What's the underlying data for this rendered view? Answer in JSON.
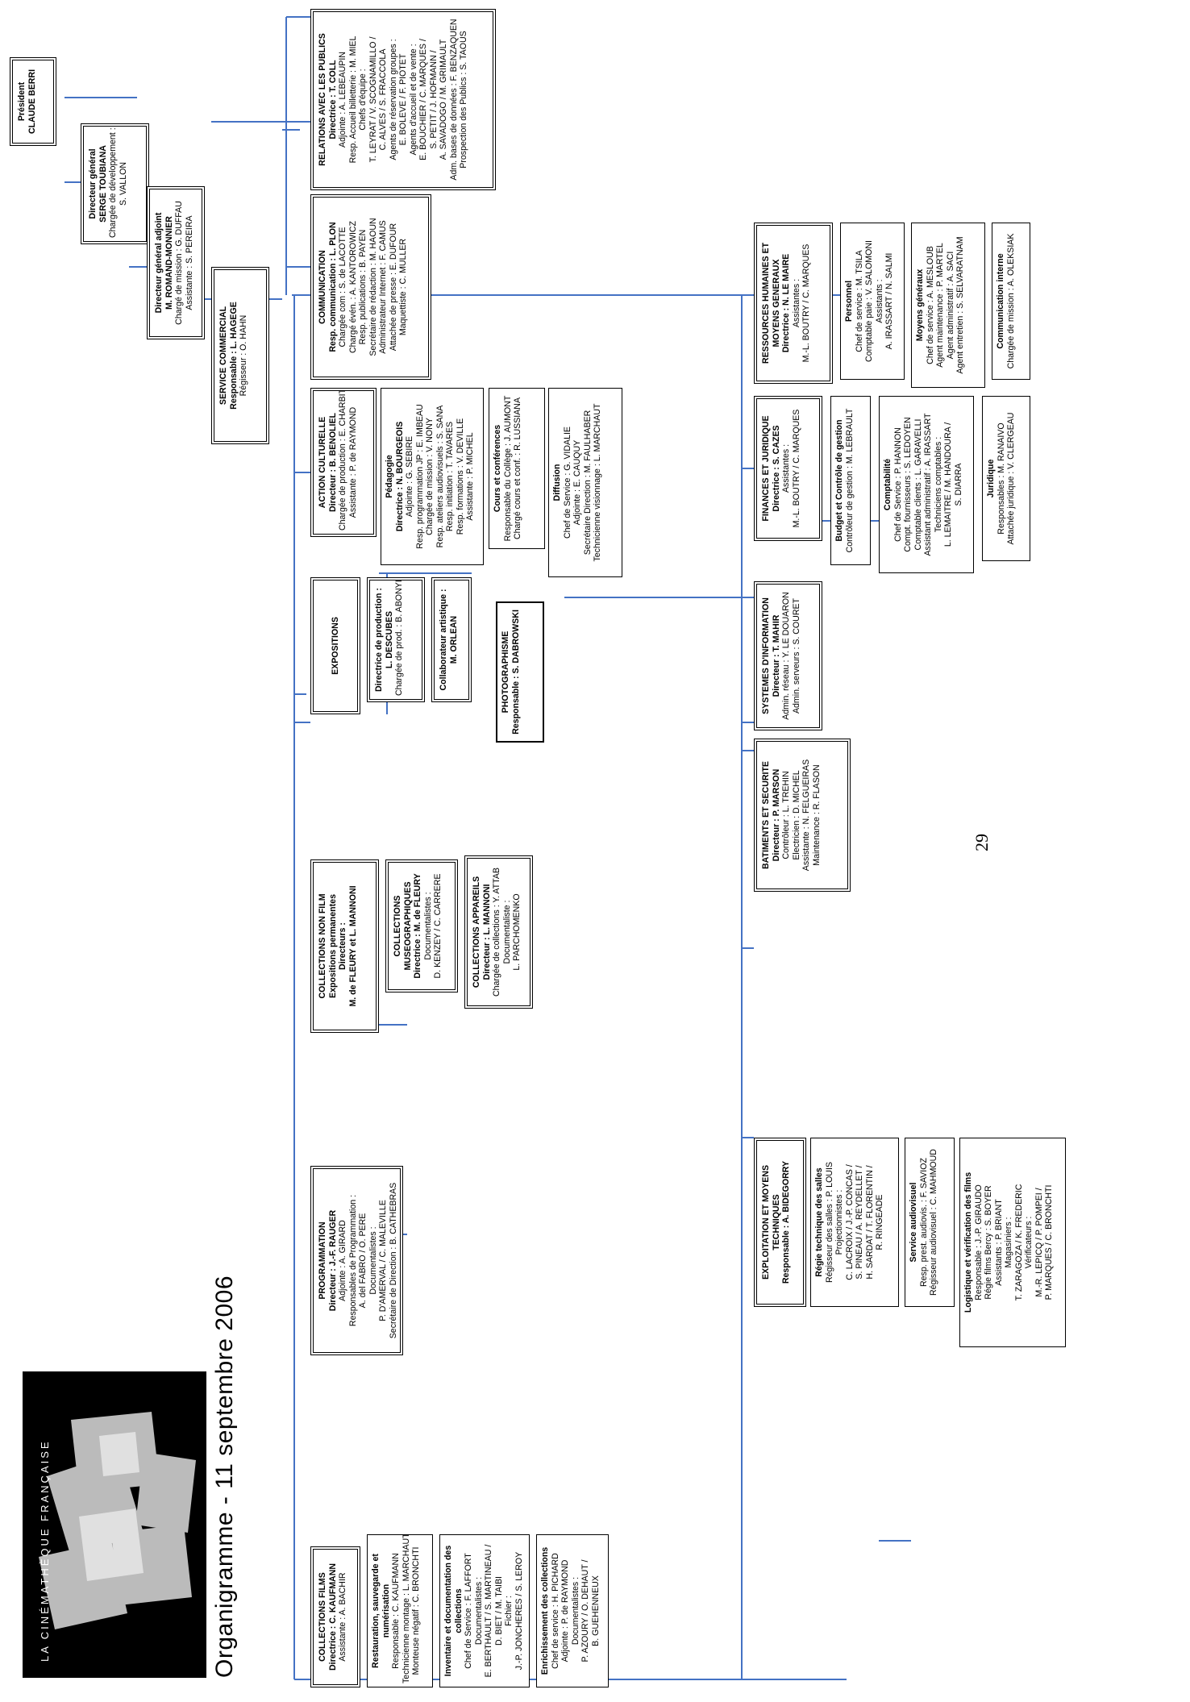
{
  "title": "Organigramme - 11 septembre 2006",
  "logo_text": "LA CINÉMATHÈQUE FRANÇAISE",
  "page_number": "29",
  "colors": {
    "connector": "#4472c4"
  },
  "president": {
    "role": "Président",
    "name": "CLAUDE BERRI"
  },
  "dg": {
    "role": "Directeur général",
    "name": "SERGE TOUBIANA",
    "lines": [
      "Chargée de développement :",
      "S. VALLON"
    ]
  },
  "dga": {
    "role": "Directeur général adjoint",
    "name": "M. ROMAND-MONNIER",
    "lines": [
      "Chargé de mission : G. DUFFAU",
      "Assistante : S. PEREIRA"
    ]
  },
  "service_commercial": {
    "title": "SERVICE COMMERCIAL",
    "head": "Responsable : L. HAGEGE",
    "lines": [
      "Régisseur : O. HAHN"
    ]
  },
  "action_culturelle": {
    "title": "ACTION CULTURELLE",
    "head": "Directeur : B. BENOLIEL",
    "lines": [
      "Chargée de production : E. CHARBIT",
      "Assistante : P. de RAYMOND"
    ]
  },
  "pedagogie": {
    "title": "Pédagogie",
    "head": "Directrice : N. BOURGEOIS",
    "lines": [
      "Adjointe : G. SEBIRE",
      "Resp. programmation JP : E. IMBEAU",
      "Chargée de mission : V. NONY",
      "Resp. ateliers audiovisuels : S. SANA",
      "Resp. initiation : T. TAVARES",
      "Resp. formations : V. DEVILLE",
      "Assistante : P. MICHEL"
    ]
  },
  "cours": {
    "title": "Cours et conférences",
    "lines": [
      "Responsable du Collège : J. AUMONT",
      "Chargé cours et conf. : R. LUSSIANA"
    ]
  },
  "diffusion": {
    "title": "Diffusion",
    "lines": [
      "Chef de Service : G. VIDALIE",
      "Adjointe : E. CAUQUY",
      "Secrétaire Direction : M. FAULHABER",
      "Technicienne visionnage : L. MARCHAUT"
    ]
  },
  "communication": {
    "title": "COMMUNICATION",
    "head": "Resp. communication : L. PLON",
    "lines": [
      "Chargée com : S. de LACOTTE",
      "Chargé évén. : A. KANTOROWICZ",
      "Resp. publications : B. PAYEN",
      "Secrétaire de rédaction : M. HAOUN",
      "Administrateur Internet : F. CAMUS",
      "Attachée de presse : E. DUFOUR",
      "Maquettiste : C. MULLER"
    ]
  },
  "relations_publics": {
    "title": "RELATIONS AVEC LES PUBLICS",
    "head": "Directrice : T. COLL",
    "lines": [
      "Adjointe : A. LEBEAUPIN",
      "Resp. Accueil billetterie : M. MIEL",
      "Chefs d'équipe :",
      "T. LEYRAT / V. SCOGNAMILLO /",
      "C. ALVES / S. FRACCOLA",
      "Agents de réservation groupes :",
      "E. BOLEVE / F. PIOTET",
      "Agents d'accueil et de vente :",
      "E. BOUCHIER / C. MARQUES /",
      "S. PETIT / J. HOFMANN /",
      "A. SAVADOGO / M. GRIMAULT",
      "Adm. bases de données : F. BENZAQUEN",
      "Prospection des Publics : S. TAOUS"
    ]
  },
  "expositions": {
    "title": "EXPOSITIONS"
  },
  "dir_production": {
    "title": "Directrice de production :",
    "head": "L. DESCUBES",
    "lines": [
      "Chargée de prod. : B. ABONYI"
    ]
  },
  "collab_artistique": {
    "title": "Collaborateur artistique :",
    "head": "M. ORLEAN"
  },
  "photographisme": {
    "title": "PHOTOGRAPHISME",
    "head": "Responsable : S. DABROWSKI"
  },
  "collections_films": {
    "title": "COLLECTIONS FILMS",
    "head": "Directrice : C. KAUFMANN",
    "lines": [
      "Assistante : A. BACHIR"
    ]
  },
  "restauration": {
    "title": "Restauration, sauvegarde et numérisation",
    "lines": [
      "Responsable : C. KAUFMANN",
      "Technicienne montage : L. MARCHAUT",
      "Monteuse négatif : C. BRONCHTI"
    ]
  },
  "inventaire": {
    "title": "Inventaire et documentation des collections",
    "lines": [
      "Chef de Service : F. LAFFORT",
      "Documentalistes :",
      "E. BERTHAULT / S. MARTINEAU /",
      "D. BIET / M. TAIBI",
      "Fichier :",
      "J.-P. JONCHERES / S. LEROY"
    ]
  },
  "enrichissement": {
    "title": "Enrichissement des collections",
    "lines": [
      "Chef de service : H. PICHARD",
      "Adjointe : P. de RAYMOND",
      "Documentalistes :",
      "P. AZOURY / O. DEHAUT /",
      "B. GUEHENNEUX"
    ]
  },
  "programmation": {
    "title": "PROGRAMMATION",
    "head": "Directeur : J.-F. RAUGER",
    "lines": [
      "Adjointe : A. GIRARD",
      "Responsables de Programmation :",
      "A. del FABRO / O. PERE",
      "Documentalistes :",
      "P. D'AMERVAL / C. MALEVILLE",
      "Secrétaire de Direction : B. CATHEBRAS"
    ]
  },
  "collections_non_film": {
    "title": "COLLECTIONS NON FILM",
    "head": "Expositions permanentes",
    "lines": [
      "Directeurs :",
      "M. de FLEURY et L. MANNONI"
    ]
  },
  "museographiques": {
    "title": "COLLECTIONS MUSEOGRAPHIQUES",
    "head": "Directrice : M. de FLEURY",
    "lines": [
      "Documentalistes :",
      "D. KENZEY / C. CARRERE"
    ]
  },
  "appareils": {
    "title": "COLLECTIONS APPAREILS",
    "head": "Directeur : L. MANNONI",
    "lines": [
      "Chargée de collections : Y. ATTAB",
      "Documentaliste :",
      "L. PARCHOMENKO"
    ]
  },
  "exploitation": {
    "title": "EXPLOITATION ET MOYENS TECHNIQUES",
    "head": "Responsable : A. BIDEGORRY"
  },
  "regie_salles": {
    "title": "Régie technique des salles",
    "lines": [
      "Régisseur des salles : P. LOUIS",
      "Projectionnistes :",
      "C. LACROIX / J.-P. CONCAS /",
      "S. PINEAU / A. REYDELLET /",
      "H. SARDAT / T. FLORENTIN /",
      "R. RINGEADE"
    ]
  },
  "audiovisuel": {
    "title": "Service audiovisuel",
    "lines": [
      "Resp. prest. audiovis. : F. SAVIOZ",
      "Régisseur audiovisuel : C. MAHMOUD"
    ]
  },
  "logistique": {
    "title": "Logistique et vérification des films",
    "lines": [
      "Responsable : J.-P. GIRAUDO",
      "Régie films Bercy : S. BOYER",
      "Assistants : P. BRIANT",
      "Magasiniers :",
      "T. ZARAGOZA / K. FREDERIC",
      "Vérificateurs :",
      "M.-R. LEPICQ / P. POMPEI /",
      "P. MARQUES / C. BRONCHTI"
    ]
  },
  "batiments": {
    "title": "BATIMENTS ET SECURITE",
    "head": "Directeur : P. MARSON",
    "lines": [
      "Contrôleur : L. TREHIN",
      "Electricien : D. MICHEL",
      "Assistante : N. FELGUEIRAS",
      "Maintenance : R. FLASON"
    ]
  },
  "systemes": {
    "title": "SYSTEMES D'INFORMATION",
    "head": "Directeur : T. MAHIR",
    "lines": [
      "Admin. réseau : Y. LE DOUARON",
      "Admin. serveurs : S. COURET"
    ]
  },
  "finances": {
    "title": "FINANCES ET JURIDIQUE",
    "head": "Directrice : S. CAZES",
    "lines": [
      "Assistantes :",
      "M.-L. BOUTRY / C. MARQUES"
    ]
  },
  "budget": {
    "title": "Budget et Contrôle de gestion",
    "lines": [
      "Contrôleur de gestion : M. LEBRAULT"
    ]
  },
  "comptabilite": {
    "title": "Comptabilité",
    "lines": [
      "Chef de Service : P. HANNON",
      "Compt. fournisseurs : S. LEDOYEN",
      "Comptable clients : L. GARAVELLI",
      "Assistant administratif : A. IRASSART",
      "Techniciens comptables :",
      "L. LEMAITRE / M. HANDOURA /",
      "S. DIARRA"
    ]
  },
  "juridique": {
    "title": "Juridique",
    "lines": [
      "Responsables : M. RANAIVO",
      "Attachée juridique : V. CLERGEAU"
    ]
  },
  "rh": {
    "title": "RESSOURCES HUMAINES ET MOYENS GENERAUX",
    "head": "Directrice : N. LE MAIRE",
    "lines": [
      "Assistantes :",
      "M.-L. BOUTRY / C. MARQUES"
    ]
  },
  "personnel": {
    "title": "Personnel",
    "lines": [
      "Chef de service : M. TSILA",
      "Comptable paie : V. SALOMONI",
      "Assistants :",
      "A. IRASSART / N. SALMI"
    ]
  },
  "moyens_generaux": {
    "title": "Moyens généraux",
    "lines": [
      "Chef de service : A. MESLOUB",
      "Agent maintenance : P. MARTEL",
      "Agent administratif : A. SACI",
      "Agent entretien : S. SELVARATNAM"
    ]
  },
  "comm_interne": {
    "title": "Communication interne",
    "lines": [
      "Chargée de mission : A. OLEKSIAK"
    ]
  }
}
